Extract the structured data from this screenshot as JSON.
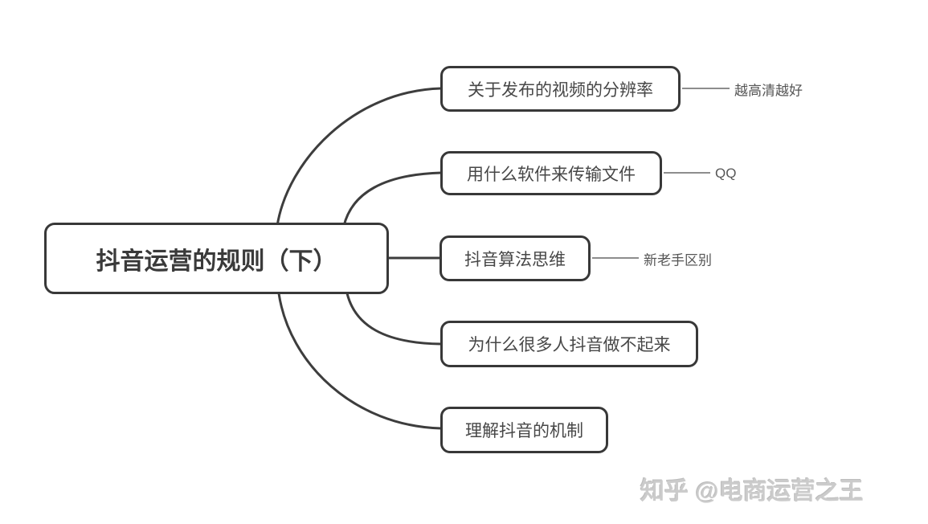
{
  "diagram": {
    "type": "mindmap",
    "root": {
      "label": "抖音运营的规则（下）"
    },
    "branches": [
      {
        "label": "关于发布的视频的分辨率",
        "note": "越高清越好"
      },
      {
        "label": "用什么软件来传输文件",
        "note": "QQ"
      },
      {
        "label": "抖音算法思维",
        "note": "新老手区别"
      },
      {
        "label": "为什么很多人抖音做不起来",
        "note": ""
      },
      {
        "label": "理解抖音的机制",
        "note": ""
      }
    ],
    "watermark": "知乎 @电商运营之王",
    "colors": {
      "background": "#ffffff",
      "node_border": "#383838",
      "node_text": "#474747",
      "root_text": "#3a3a3a",
      "connector": "#3d3d3d",
      "note_line": "#7d7d7d",
      "note_text": "#565656",
      "watermark_text": "#cbcbcb"
    }
  }
}
